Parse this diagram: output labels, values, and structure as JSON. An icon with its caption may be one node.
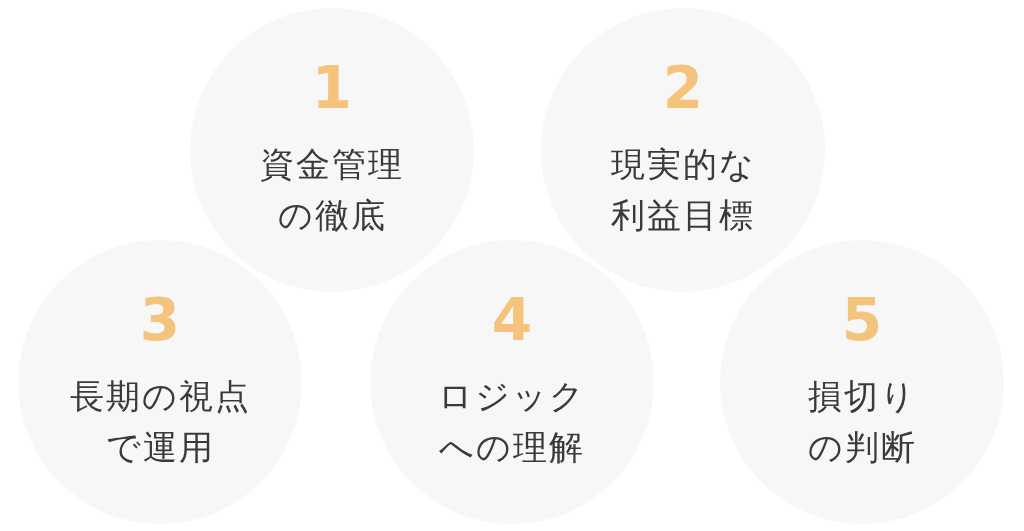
{
  "diagram": {
    "nodes": [
      {
        "text": [
          "1",
          "資金管理の徹底"
        ]
      },
      {
        "text": [
          "2",
          "現実的な利益目標"
        ]
      },
      {
        "text": [
          "3",
          "長期の視点で運用"
        ]
      },
      {
        "text": [
          "4",
          "ロジックへの理解"
        ]
      },
      {
        "text": [
          "5",
          "損切りの判断"
        ]
      }
    ]
  }
}
